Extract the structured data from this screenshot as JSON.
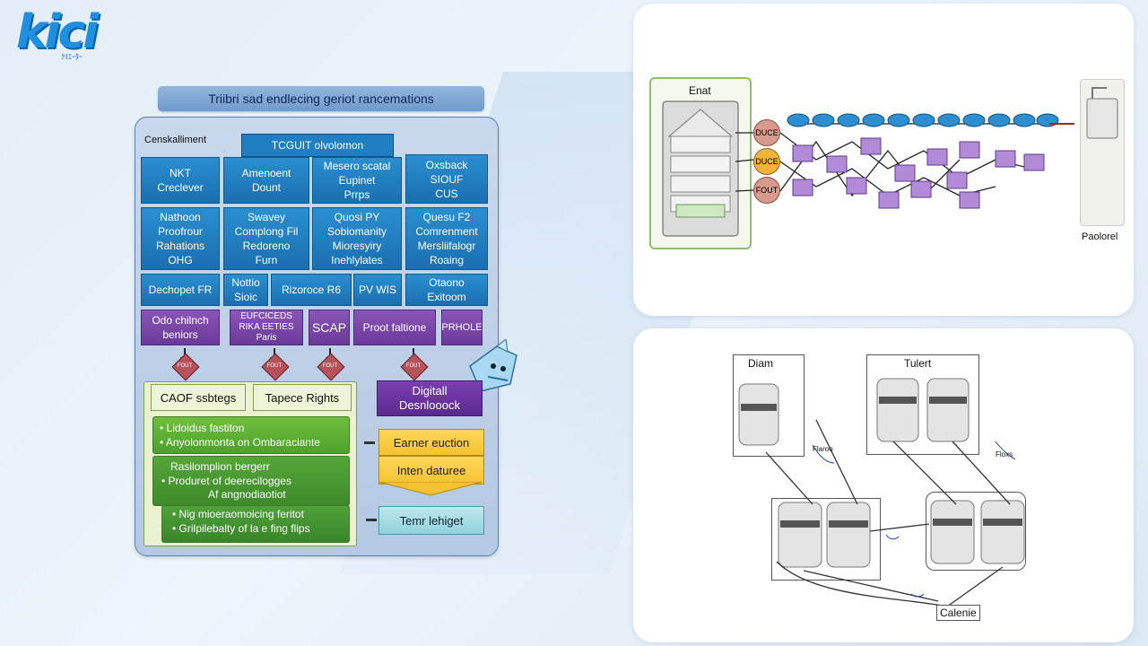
{
  "logo": {
    "word": "kici",
    "tagline": "ｸﾘｴｰﾀｰ"
  },
  "ribbon": {
    "title": "Triibri sad endlecing geriot rancemations"
  },
  "panel": {
    "label": "Censkalliment",
    "tag": "TCGUIT olvolomon",
    "rows": [
      [
        "NKT\nCreclever",
        "Amenoent\nDount",
        "Mesero scatal\nEupinet\nPrrps",
        "Oxsback\nSIOUF\nCUS"
      ],
      [
        "Nathoon\nProofrour\nRahations\nOHG",
        "Swavey\nComplong Fil\nRedoreno\nFurn",
        "Quosi PY\nSobiomanity\nMioresyiry\nInehlylates",
        "Quesu F2\nComrenment\nMersliifalogr\nRoaing"
      ],
      [
        "Dechopet FR",
        "Nottio\nSioic",
        "Rizoroce R6",
        "PV WIS",
        "Otaono\nExitoom"
      ],
      [
        "Odo chilnch\nbeniors",
        "EUFCICEDS\nRIKA EETIES\nParis",
        "SCAP",
        "Proot faltione",
        "PRHOLE"
      ]
    ],
    "diamonds": [
      "FOUT",
      "FOUT",
      "FOUT",
      "FOUT"
    ],
    "pills": [
      "CAOF ssbtegs",
      "Tapece Rights"
    ],
    "green1": [
      "• Lidoidus fastiton",
      "• Anyolonmonta on Ombaraciante"
    ],
    "green2": [
      "Rasilomplion bergerr",
      "• Produret of deerecilogges",
      "Af angnodiaotiot"
    ],
    "green3": [
      "• Nig mioeraomoicing feritot",
      "• Grilpilebalty of la e fing flips"
    ],
    "digital": "Digitall\nDesnlooock",
    "yellow1": "Earner euction",
    "yellow2": "Inten daturee",
    "teal": "Temr lehiget"
  },
  "top_card": {
    "input_label": "Enat",
    "nodes": [
      "DUCE",
      "DUCE",
      "FOUT"
    ],
    "output_label": "Paolorel"
  },
  "bottom_card": {
    "group1": "Diam",
    "group2": "Tulert",
    "output": "Calenie",
    "small": [
      "Flaroo",
      "Floxs"
    ]
  }
}
